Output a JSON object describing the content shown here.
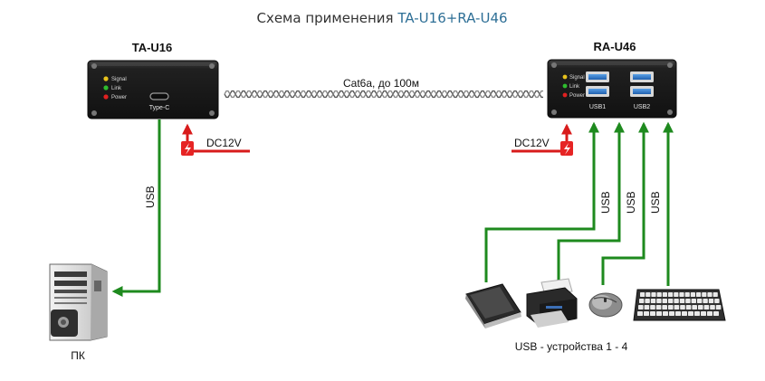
{
  "header": {
    "title_prefix": "Схема применения ",
    "title_models": "TA-U16+RA-U46"
  },
  "transmitter": {
    "name": "TA-U16",
    "leds": [
      "Signal",
      "Link",
      "Power"
    ],
    "port_label": "Type-C",
    "power_label": "DC12V"
  },
  "receiver": {
    "name": "RA-U46",
    "leds": [
      "Signal",
      "Link",
      "Power"
    ],
    "port_groups": [
      "USB1",
      "USB2"
    ],
    "power_label": "DC12V"
  },
  "link": {
    "label": "Cat6a, до 100м"
  },
  "pc": {
    "label": "ПК",
    "cable_label": "USB"
  },
  "usb_devices": {
    "label": "USB - устройства 1 - 4",
    "cable_labels": [
      "USB",
      "USB",
      "USB"
    ]
  },
  "colors": {
    "usb_line": "#1e8a1e",
    "power_line": "#d81b1b",
    "title_accent": "#2e6f96",
    "device_body": "#1c1c1c"
  }
}
